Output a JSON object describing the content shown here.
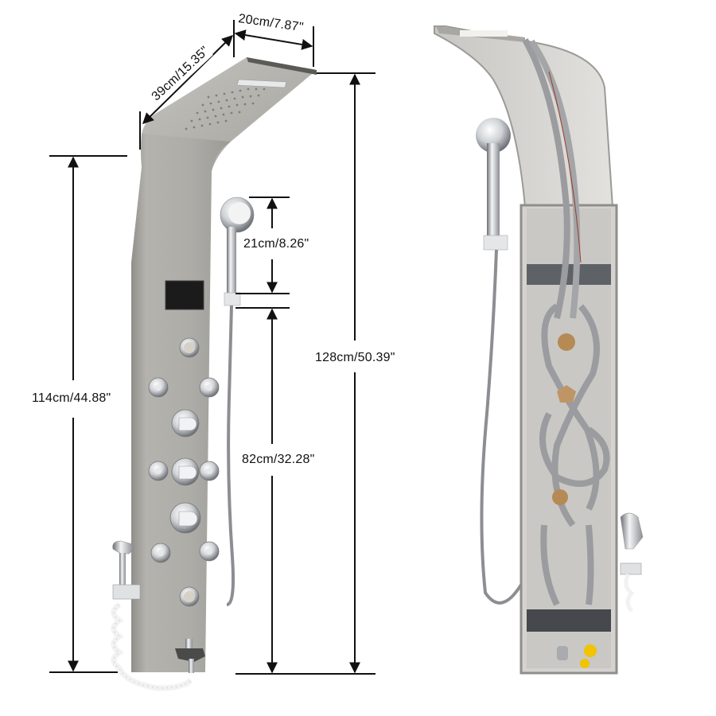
{
  "diagram": {
    "subject": "Shower panel system",
    "views": [
      {
        "id": "front-view",
        "description": "Assembled front view with dimensions"
      },
      {
        "id": "internal-view",
        "description": "Open back view showing internal hoses and valves"
      }
    ]
  },
  "dimensions": {
    "top_width": "20cm/7.87\"",
    "top_depth": "39cm/15.35\"",
    "handshower_height": "21cm/8.26\"",
    "panel_height": "114cm/44.88\"",
    "holder_height": "82cm/32.28\"",
    "total_height": "128cm/50.39\""
  },
  "components": {
    "display": "digital temperature display",
    "knobs": [
      "top button",
      "mode selector",
      "temperature valve",
      "thermostatic valve",
      "bottom button"
    ],
    "jets": 6,
    "accessories": [
      "hand shower",
      "bidet sprayer",
      "tub spout",
      "shower hose",
      "coiled hose"
    ]
  },
  "colors": {
    "panel": "#a9a8a3",
    "panel_dark": "#8e8d88",
    "chrome": "#d9dbde",
    "hose_gray": "#9a9c9f",
    "brass": "#b58a55",
    "yellow_cap": "#f2c300",
    "display": "#1b1b1b",
    "dimension_line": "#111111"
  }
}
